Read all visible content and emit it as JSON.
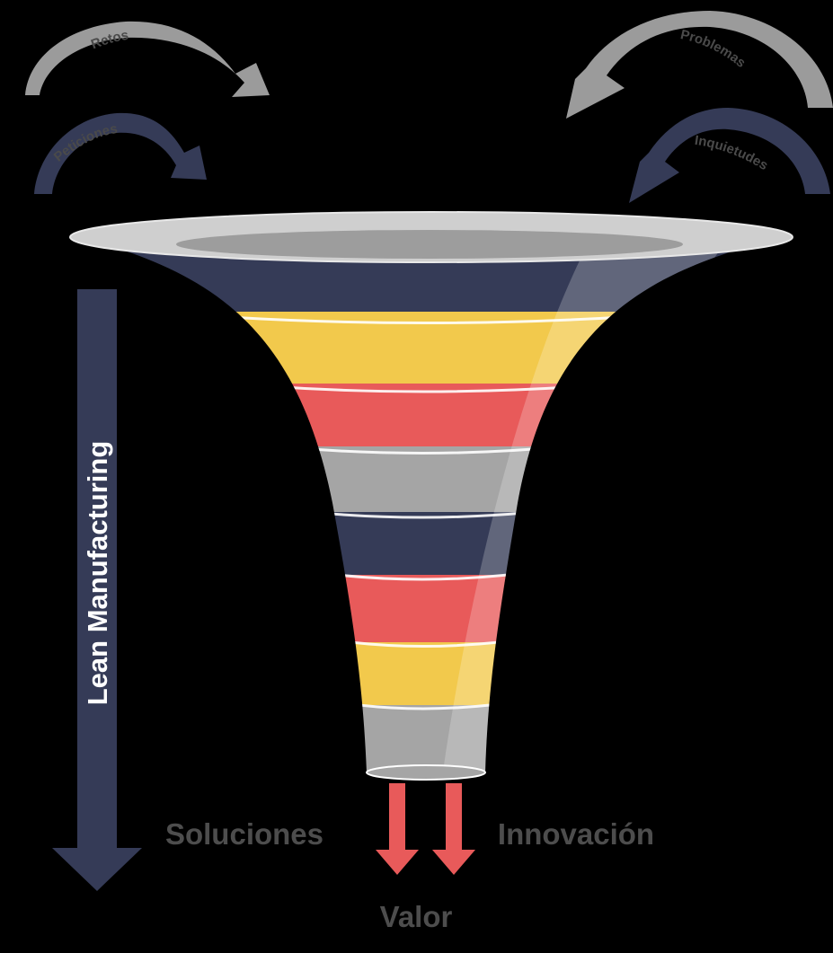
{
  "diagram": {
    "inputs": {
      "top_left": "Retos",
      "inner_left": "Peticiones",
      "top_right": "Problemas",
      "inner_right": "Inquietudes"
    },
    "side_label": "Lean Manufacturing",
    "outputs": {
      "left": "Soluciones",
      "right": "Innovación",
      "bottom": "Valor"
    },
    "funnel_band_colors": [
      "#353b57",
      "#f2c94c",
      "#e85a5a",
      "#a5a5a5",
      "#353b57",
      "#e85a5a",
      "#f2c94c",
      "#a5a5a5"
    ],
    "colors": {
      "navy": "#353b57",
      "gray": "#9b9b9b",
      "yellow": "#f2c94c",
      "red": "#e85a5a",
      "text_gray": "#4d4d4d"
    }
  }
}
